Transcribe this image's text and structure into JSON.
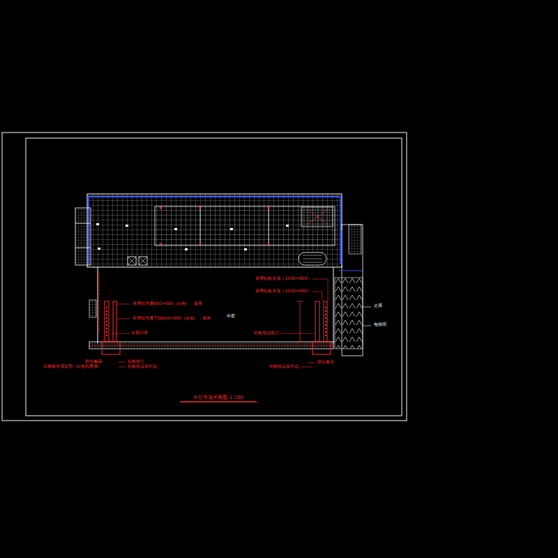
{
  "diagram": {
    "title": "中厅吊顶平面图 1:100",
    "labels": [
      "中庭",
      "采用铝方通600×600（白色），弧形",
      "采用铝方通下挂600×600（白色），弧形",
      "出风口带",
      "防火卷帘",
      "石膏板吊顶造型（白色乳胶漆）",
      "铝板收口",
      "铝板收边条封边",
      "采用铝板吊顶（1200×600）",
      "采用铝板吊顶（1200×600）",
      "铝板包边收口",
      "防火卷帘",
      "铝板收边条封边",
      "走廊",
      "电梯间"
    ]
  }
}
